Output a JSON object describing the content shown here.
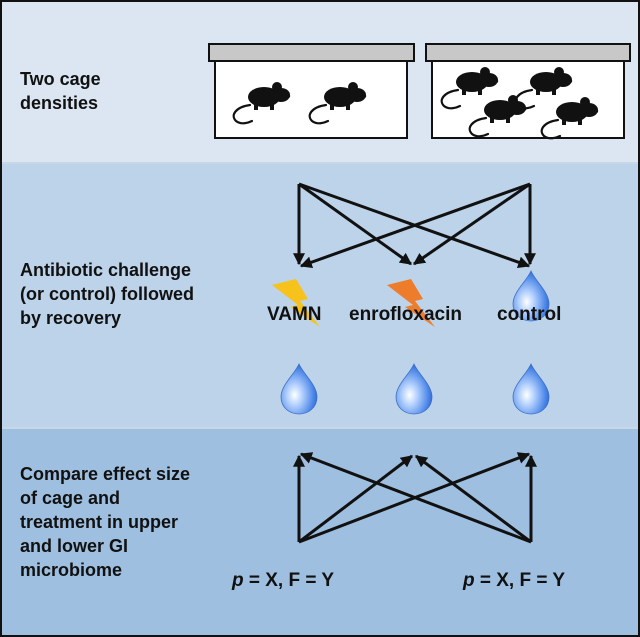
{
  "colors": {
    "panel_top": "#dbe6f2",
    "panel_middle": "#bcd3ea",
    "panel_bottom": "#9fbfe0",
    "arrow": "#111111",
    "lightning_yellow": "#f7c21c",
    "lightning_orange": "#ee7d2b",
    "droplet": "#4a86e8"
  },
  "sections": [
    {
      "label": "Two cage\ndensities"
    },
    {
      "label": "Antibiotic challenge\n(or control) followed\nby recovery"
    },
    {
      "label": "Compare effect size\nof cage and\ntreatment in upper\nand lower GI\nmicrobiome"
    }
  ],
  "cages": [
    {
      "mice": 2
    },
    {
      "mice": 4
    }
  ],
  "treatments": [
    {
      "label": "VAMN",
      "icon": "lightning-yellow-icon"
    },
    {
      "label": "enrofloxacin",
      "icon": "lightning-orange-icon"
    },
    {
      "label": "control",
      "icon": "water-droplet-icon"
    }
  ],
  "stats": [
    {
      "p_symbol": "p",
      "text": " = X, F = Y"
    },
    {
      "p_symbol": "p",
      "text": " = X, F = Y"
    }
  ]
}
